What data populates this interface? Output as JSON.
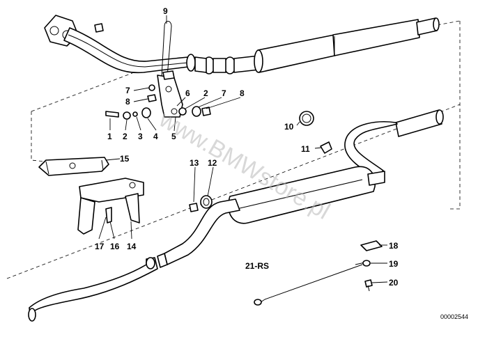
{
  "callouts": {
    "c1": "1",
    "c2a": "2",
    "c3": "3",
    "c4": "4",
    "c5": "5",
    "c6": "6",
    "c2b": "2",
    "c7a": "7",
    "c7b": "7",
    "c8a": "8",
    "c8b": "8",
    "c9": "9",
    "c10": "10",
    "c11": "11",
    "c12": "12",
    "c13": "13",
    "c14": "14",
    "c15": "15",
    "c16": "16",
    "c17": "17",
    "c18": "18",
    "c19": "19",
    "c20": "20"
  },
  "group_label": "21-RS",
  "watermark": "www.BMWstore.pl",
  "diagram_number": "00002544"
}
